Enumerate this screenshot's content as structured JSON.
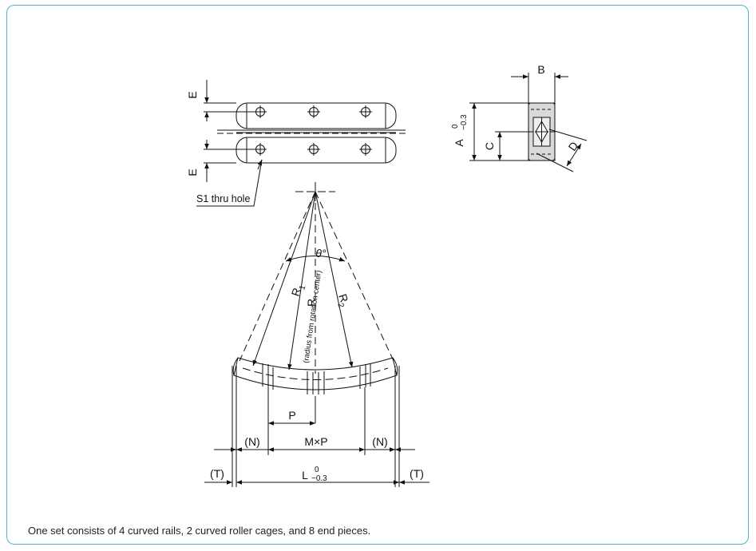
{
  "colors": {
    "frame_border": "#4fb3d9",
    "line": "#111111",
    "fill_gray": "#d9d9d9"
  },
  "labels": {
    "E_top": "E",
    "E_bottom": "E",
    "S1": "S1 thru hole",
    "B": "B",
    "A": "A",
    "A_tol_upper": "0",
    "A_tol_lower": "−0.3",
    "C": "C",
    "D": "D",
    "theta": "θ°",
    "R1": "R",
    "R1_sub": "1",
    "R": "R",
    "R_note": "(radius from rotation center)",
    "R2": "R",
    "R2_sub": "2",
    "P": "P",
    "N_left": "(N)",
    "MxP": "M×P",
    "N_right": "(N)",
    "T_left": "(T)",
    "L": "L",
    "L_tol_upper": "0",
    "L_tol_lower": "−0.3",
    "T_right": "(T)"
  },
  "caption": "One set consists of 4 curved rails, 2 curved roller cages, and 8 end pieces."
}
